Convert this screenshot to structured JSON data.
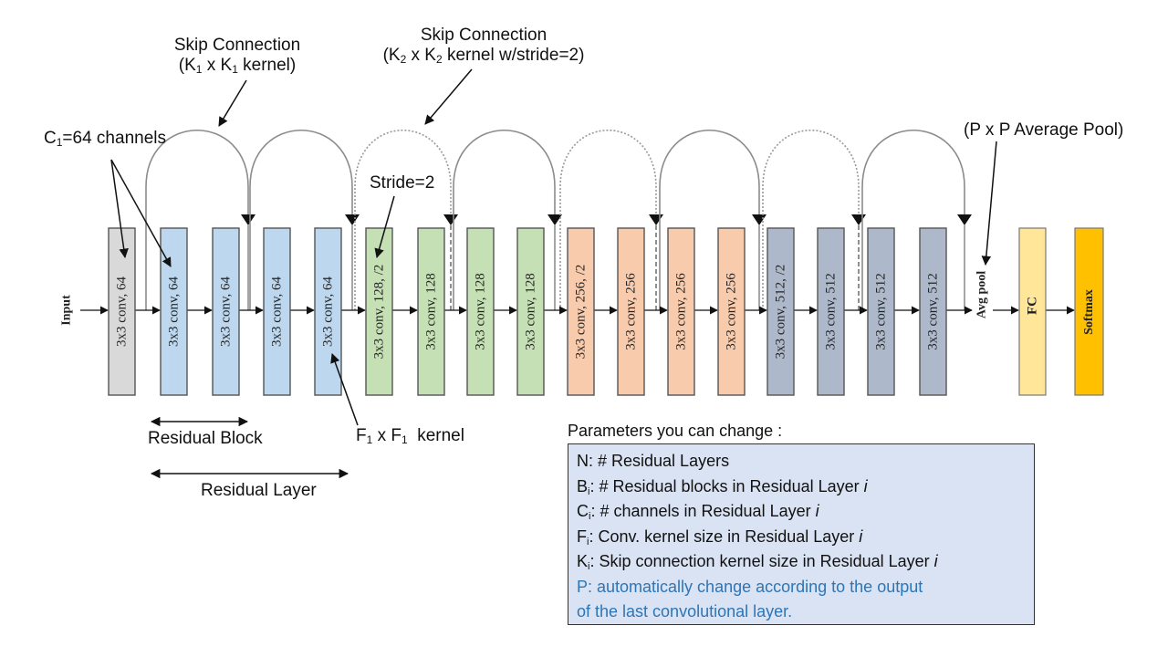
{
  "input_label": "Input",
  "blocks": [
    {
      "label": "3x3 conv, 64",
      "color": "#d9d9d9"
    },
    {
      "label": "3x3 conv, 64",
      "color": "#bdd7ee"
    },
    {
      "label": "3x3 conv, 64",
      "color": "#bdd7ee"
    },
    {
      "label": "3x3 conv, 64",
      "color": "#bdd7ee"
    },
    {
      "label": "3x3 conv, 64",
      "color": "#bdd7ee"
    },
    {
      "label": "3x3 conv, 128, /2",
      "color": "#c5e0b4"
    },
    {
      "label": "3x3 conv, 128",
      "color": "#c5e0b4"
    },
    {
      "label": "3x3 conv, 128",
      "color": "#c5e0b4"
    },
    {
      "label": "3x3 conv, 128",
      "color": "#c5e0b4"
    },
    {
      "label": "3x3 conv, 256, /2",
      "color": "#f8cbad"
    },
    {
      "label": "3x3 conv, 256",
      "color": "#f8cbad"
    },
    {
      "label": "3x3 conv, 256",
      "color": "#f8cbad"
    },
    {
      "label": "3x3 conv, 256",
      "color": "#f8cbad"
    },
    {
      "label": "3x3 conv, 512, /2",
      "color": "#adb9ca"
    },
    {
      "label": "3x3 conv, 512",
      "color": "#adb9ca"
    },
    {
      "label": "3x3 conv, 512",
      "color": "#adb9ca"
    },
    {
      "label": "3x3 conv, 512",
      "color": "#adb9ca"
    }
  ],
  "avg_pool_label": "Avg pool",
  "fc": {
    "label": "FC",
    "color": "#ffe699"
  },
  "softmax": {
    "label": "Softmax",
    "color": "#ffc000"
  },
  "annotations": {
    "skip1_title": "Skip Connection",
    "skip1_open": "(K",
    "skip1_sub1": "1",
    "skip1_mid": " x K",
    "skip1_sub2": "1",
    "skip1_close": " kernel)",
    "skip2_title": "Skip Connection",
    "skip2_open": "(K",
    "skip2_sub1": "2",
    "skip2_mid": " x K",
    "skip2_sub2": "2",
    "skip2_close": " kernel w/stride=2)",
    "c1_pre": "C",
    "c1_sub": "1",
    "c1_post": "=64 channels",
    "stride": "Stride=2",
    "pool": "(P x P Average Pool)",
    "f1_pre": "F",
    "f1_sub1": "1",
    "f1_mid": " x F",
    "f1_sub2": "1",
    "f1_post": "  kernel",
    "residual_block": "Residual Block",
    "residual_layer": "Residual Layer"
  },
  "params": {
    "title": "Parameters you can change :",
    "rows": [
      {
        "pre": "N: # Residual Layers",
        "sub": "",
        "text": "",
        "italic": ""
      },
      {
        "pre": "B",
        "sub": "i",
        "text": ": # Residual blocks in Residual Layer ",
        "italic": "i"
      },
      {
        "pre": "C",
        "sub": "i",
        "text": ": # channels in Residual Layer ",
        "italic": "i"
      },
      {
        "pre": "F",
        "sub": "i",
        "text": ": Conv. kernel size in Residual Layer ",
        "italic": "i"
      },
      {
        "pre": "K",
        "sub": "i",
        "text": ": Skip connection kernel size in Residual Layer ",
        "italic": "i"
      }
    ],
    "note_line1": "P: automatically change according to the output",
    "note_line2": "of the last convolutional layer.",
    "note_color": "#2e75b6"
  }
}
